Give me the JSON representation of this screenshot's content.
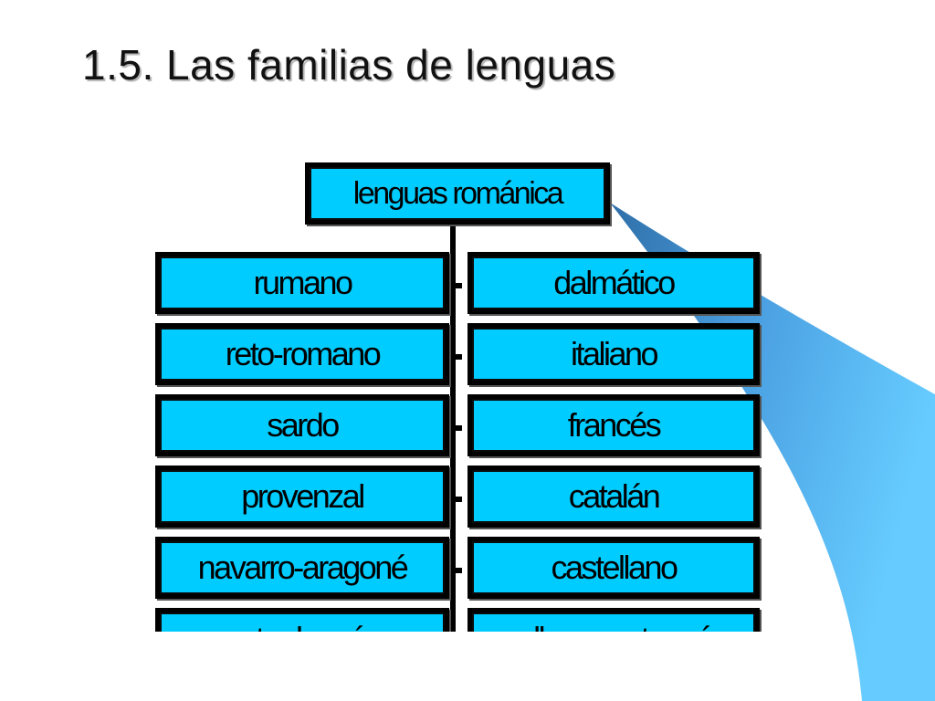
{
  "slide": {
    "title": "1.5. Las familias de lenguas"
  },
  "diagram": {
    "root": "lenguas románica",
    "left": [
      "rumano",
      "reto-romano",
      "sardo",
      "provenzal",
      "navarro-aragoné",
      "astur-leonés"
    ],
    "right": [
      "dalmático",
      "italiano",
      "francés",
      "catalán",
      "castellano",
      "gallego-portugués"
    ]
  },
  "colors": {
    "box_fill": "#00ccff",
    "box_border": "#000000",
    "swoosh_light": "#66ccff",
    "swoosh_dark": "#2f6fa8"
  }
}
